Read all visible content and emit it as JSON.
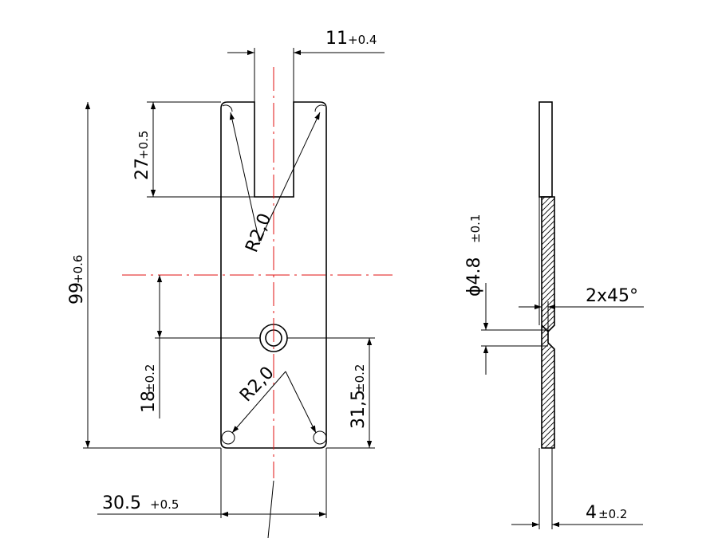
{
  "drawing": {
    "front_view": {
      "slot_width": {
        "value": "11",
        "tol": "+0.4"
      },
      "slot_depth": {
        "value": "27",
        "tol": "+0.5"
      },
      "overall_length": {
        "value": "99",
        "tol": "+0.6"
      },
      "hole_offset": {
        "value": "18",
        "tol": "±0.2"
      },
      "hole_to_bottom": {
        "value": "31,5",
        "tol": "±0.2"
      },
      "width": {
        "value": "30.5",
        "tol": "+0.5"
      },
      "radius_top": "R2,0",
      "radius_bottom": "R2,0"
    },
    "side_view": {
      "hole_diameter": {
        "value": "ϕ4.8",
        "tol": "±0.1"
      },
      "chamfer": "2x45°",
      "thickness": {
        "value": "4",
        "tol": "±0.2"
      }
    },
    "colors": {
      "outline": "#000000",
      "centerline": "#e01010"
    }
  }
}
